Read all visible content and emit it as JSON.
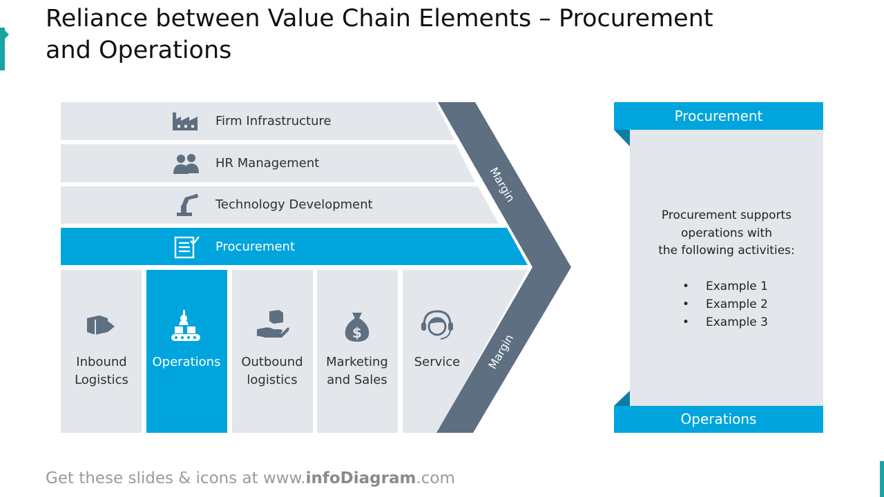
{
  "title": "Reliance between Value Chain Elements – Procurement and Operations",
  "support_rows": [
    {
      "label": "Firm Infrastructure",
      "icon": "factory-icon",
      "active": false
    },
    {
      "label": "HR Management",
      "icon": "people-icon",
      "active": false
    },
    {
      "label": "Technology Development",
      "icon": "robot-arm-icon",
      "active": false
    },
    {
      "label": "Procurement",
      "icon": "checklist-icon",
      "active": true
    }
  ],
  "primary_columns": [
    {
      "line1": "Inbound",
      "line2": "Logistics",
      "icon": "truck-box-icon",
      "active": false
    },
    {
      "line1": "Operations",
      "line2": "",
      "icon": "conveyor-icon",
      "active": true
    },
    {
      "line1": "Outbound",
      "line2": "logistics",
      "icon": "hand-box-icon",
      "active": false
    },
    {
      "line1": "Marketing",
      "line2": "and Sales",
      "icon": "money-bag-icon",
      "active": false
    },
    {
      "line1": "Service",
      "line2": "",
      "icon": "headset-icon",
      "active": false
    }
  ],
  "margin_labels": [
    "Margin",
    "Margin"
  ],
  "panel": {
    "top_label": "Procurement",
    "bottom_label": "Operations",
    "description_line1": "Procurement supports",
    "description_line2": "operations with",
    "description_line3": "the following activities:",
    "examples": [
      "Example 1",
      "Example 2",
      "Example 3"
    ]
  },
  "footer": {
    "prefix": "Get these slides & icons at www.",
    "brand": "infoDiagram",
    "suffix": ".com"
  },
  "colors": {
    "accent": "#00a5dd",
    "dark": "#5d6f80",
    "light": "#e3e6ea",
    "teal": "#1aa3a3",
    "icon": "#5d6f80"
  }
}
